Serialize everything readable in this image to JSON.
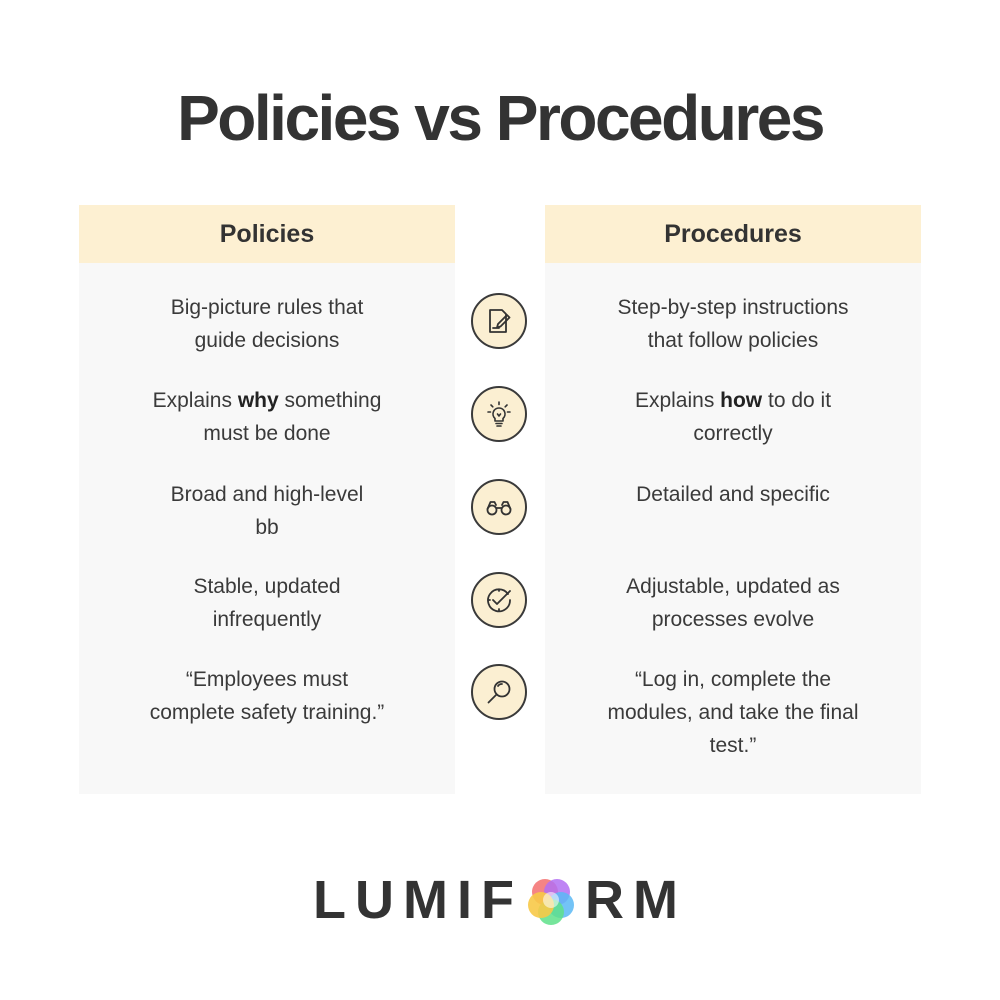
{
  "title": "Policies vs Procedures",
  "columns": {
    "left": {
      "header": "Policies"
    },
    "right": {
      "header": "Procedures"
    }
  },
  "rows": [
    {
      "icon": "document-edit-icon",
      "left": {
        "lines": [
          "Big-picture rules that",
          "guide decisions"
        ]
      },
      "right": {
        "lines": [
          "Step-by-step instructions",
          "that follow policies"
        ]
      }
    },
    {
      "icon": "lightbulb-icon",
      "left": {
        "pre": "Explains ",
        "bold": "why",
        "post": " something",
        "line2": "must be done"
      },
      "right": {
        "pre": "Explains ",
        "bold": "how",
        "post": " to do it",
        "line2": "correctly"
      }
    },
    {
      "icon": "binoculars-icon",
      "left": {
        "lines": [
          "Broad and high-level",
          "bb"
        ]
      },
      "right": {
        "lines": [
          "Detailed and specific"
        ]
      }
    },
    {
      "icon": "clock-check-icon",
      "left": {
        "lines": [
          "Stable, updated",
          "infrequently"
        ]
      },
      "right": {
        "lines": [
          "Adjustable, updated as",
          "processes evolve"
        ]
      }
    },
    {
      "icon": "magnifier-icon",
      "left": {
        "lines": [
          "“Employees must",
          "complete safety training.”"
        ]
      },
      "right": {
        "lines": [
          "“Log in, complete the",
          "modules, and take the final",
          "test.”"
        ]
      }
    }
  ],
  "logo": {
    "text_before": "LUMIF",
    "text_after": "RM",
    "colors": [
      "#f7c948",
      "#f36f6f",
      "#b36ef2",
      "#5ab8f5",
      "#5ee08a",
      "#f59e42"
    ]
  }
}
